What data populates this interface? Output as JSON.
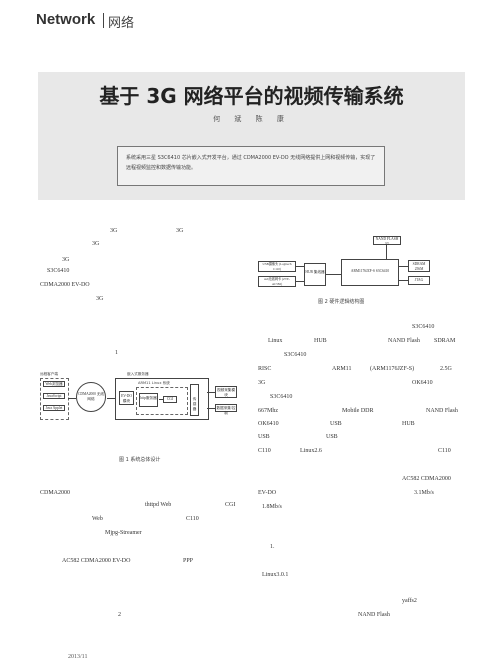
{
  "header": {
    "section_en": "Network",
    "section_cn": "网络"
  },
  "article": {
    "title": "基于 3G 网络平台的视频传输系统",
    "authors": "何 斌 陈 康",
    "abstract": "系统采用三星 S3C6410 芯片嵌入式开发平台，通过 CDMA2000 EV-DO 无线网络提供上网和视频传输，实现了远程视频监控和数据传输功能。"
  },
  "left_col": [
    "3G",
    "3G",
    "3G",
    "3G",
    "S3C6410",
    "CDMA2000 EV-DO",
    "3G",
    "1",
    "CDMA2000",
    "thttpd Web",
    "CGI",
    "Web",
    "C110",
    "Mjpg-Streamer",
    "AC582 CDMA2000 EV-DO",
    "PPP",
    "2"
  ],
  "fig1": {
    "caption": "图 1  系统总体设计",
    "client_group": "远程客户端",
    "web_browser": "Web浏览器",
    "java_script": "JavaScript",
    "java_applet": "Java Applet",
    "network": "CDMA2000 无线网络",
    "evdo": "EV-DO 模块",
    "embedded_group": "嵌入式服务器",
    "linux_system": "ARM11 Linux 系统",
    "http_server": "http服务器",
    "cgi": "CGI",
    "sensor": "传感器",
    "video_module": "视频采集模块",
    "data_collect": "数据采集/控制"
  },
  "fig2": {
    "caption": "图 2  硬件逻辑结构图",
    "nand": "NAND FLASH 2G",
    "webcam": "USB摄像头 (Logitech C110)",
    "wireless": "usb无线网卡 (ZTE-AC582)",
    "hub": "HUB 集线器",
    "arm": "ARM1176JZF-S S3C6410",
    "sdram": "SDRAM 256M",
    "jtag": "JTAG"
  },
  "right_col": [
    "S3C6410",
    "Linux",
    "HUB",
    "NAND Flash",
    "SDRAM",
    "S3C6410",
    "RISC",
    "ARM11",
    "(ARM1176JZF-S)",
    "2.5G",
    "3G",
    "OK6410",
    "S3C6410",
    "667Mhz",
    "Mobile DDR",
    "NAND Flash",
    "OK6410",
    "USB",
    "HUB",
    "USB",
    "USB",
    "C110",
    "Linux2.6",
    "C110",
    "AC582 CDMA2000",
    "EV-DO",
    "3.1Mb/s",
    "1.8Mb/s",
    "1.",
    "Linux3.0.1",
    "yaffs2",
    "NAND Flash"
  ],
  "footer": "2013/11"
}
